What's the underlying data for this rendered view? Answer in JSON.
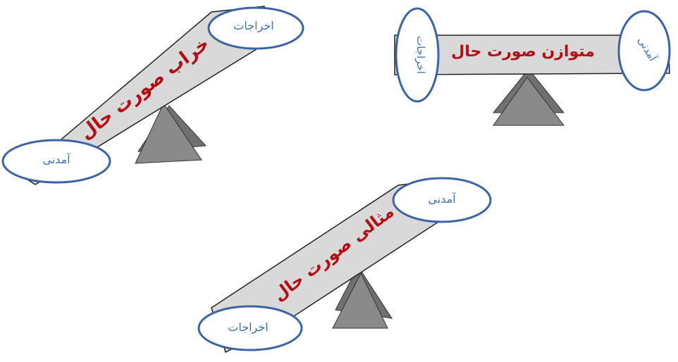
{
  "colors": {
    "plank_fill": "#d9d9d9",
    "plank_stroke": "#222222",
    "fulcrum_front": "#8a8a8a",
    "fulcrum_back": "#707070",
    "ellipse_stroke": "#3a63a8",
    "title_text": "#b40e14",
    "label_text": "#3b74b0"
  },
  "seesaws": [
    {
      "name": "bad",
      "title": "خراب صورت حال",
      "high_end_label": "اخراجات",
      "low_end_label": "آمدنی"
    },
    {
      "name": "balanced",
      "title": "متوازن صورت حال",
      "left_end_label": "اخراجات",
      "right_end_label": "آمدنی"
    },
    {
      "name": "ideal",
      "title": "مثالی صورت حال",
      "high_end_label": "آمدنی",
      "low_end_label": "اخراجات"
    }
  ]
}
